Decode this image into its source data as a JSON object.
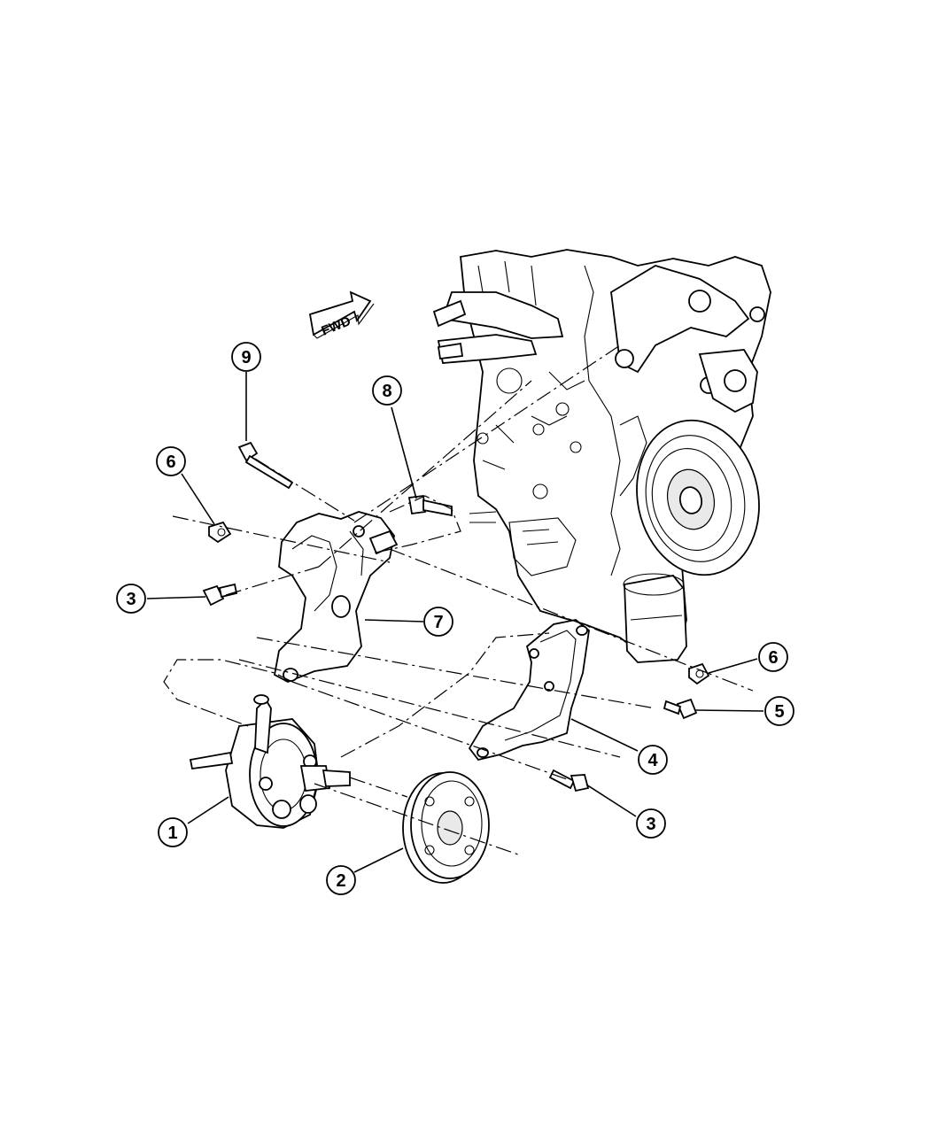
{
  "diagram": {
    "direction_label": "FWD",
    "callouts": [
      {
        "id": "c1",
        "label": "1"
      },
      {
        "id": "c2",
        "label": "2"
      },
      {
        "id": "c3a",
        "label": "3"
      },
      {
        "id": "c3b",
        "label": "3"
      },
      {
        "id": "c4",
        "label": "4"
      },
      {
        "id": "c5",
        "label": "5"
      },
      {
        "id": "c6a",
        "label": "6"
      },
      {
        "id": "c6b",
        "label": "6"
      },
      {
        "id": "c7",
        "label": "7"
      },
      {
        "id": "c8",
        "label": "8"
      },
      {
        "id": "c9",
        "label": "9"
      }
    ]
  }
}
